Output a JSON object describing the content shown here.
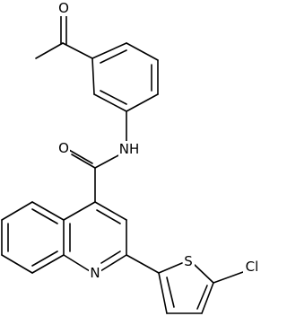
{
  "structure": {
    "labels": {
      "carbonyl_oxygen_acetyl": "O",
      "carbonyl_oxygen_amide": "O",
      "amide_nitrogen": "NH",
      "quinoline_nitrogen": "N",
      "thiophene_sulfur": "S",
      "chlorine": "Cl"
    }
  }
}
